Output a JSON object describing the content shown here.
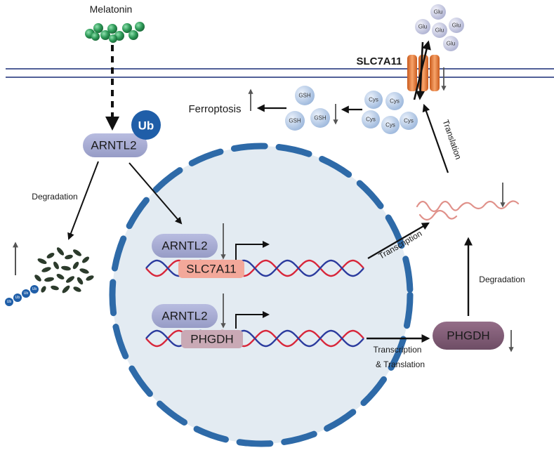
{
  "diagram": {
    "molecules": {
      "melatonin": "Melatonin",
      "ub": "Ub",
      "arntl2": "ARNTL2",
      "slc7a11": "SLC7A11",
      "phgdh": "PHGDH",
      "glu": "Glu",
      "cys": "Cys",
      "gsh": "GSH"
    },
    "processes": {
      "ferroptosis": "Ferroptosis",
      "degradation": "Degradation",
      "translation": "Translation",
      "transcription": "Transcription",
      "transcription_translation_1": "Transcription",
      "transcription_translation_2": "& Translation"
    },
    "colors": {
      "membrane": "#3a4a8a",
      "nucleus_fill": "#e3ebf2",
      "nucleus_border": "#2e6aa8",
      "protein_pill": "#a7abd0",
      "slc7a11_box": "#f3a89a",
      "phgdh_box": "#c9a9b5",
      "phgdh_pill": "#7d5a73",
      "ub_circle": "#1f5ea8",
      "melatonin": "#2e9a58",
      "mrna": "#e0918a",
      "transporter": "#f07a30"
    }
  }
}
